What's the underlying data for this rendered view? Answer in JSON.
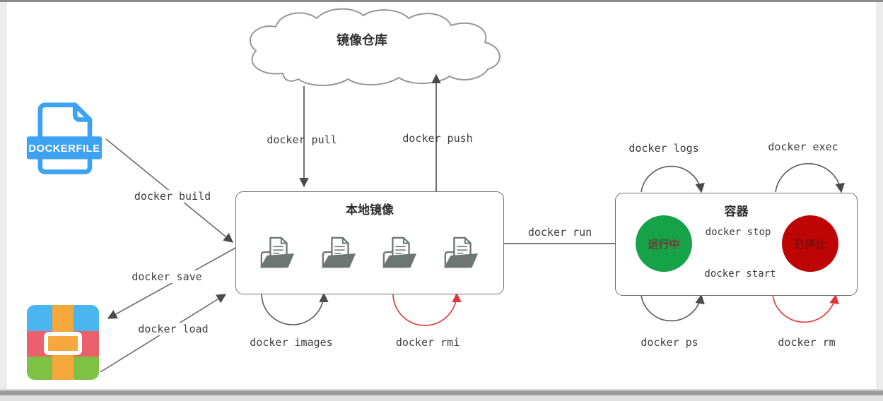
{
  "diagram": {
    "registry": {
      "label": "镜像仓库",
      "icon": "cloud-shape"
    },
    "dockerfile": {
      "label": "DOCKERFILE",
      "icon": "document-with-banner"
    },
    "archive": {
      "icon": "rar-archive-square"
    },
    "local_images": {
      "title": "本地镜像",
      "image_icon": "document-open-folder",
      "image_count": "4"
    },
    "container": {
      "title": "容器"
    },
    "states": {
      "running": {
        "label": "运行中",
        "color": "#16a348"
      },
      "stopped": {
        "label": "已停止",
        "color": "#bd0505"
      }
    },
    "commands": {
      "pull": "docker pull",
      "push": "docker push",
      "build": "docker build",
      "save": "docker save",
      "load": "docker load",
      "images": "docker images",
      "rmi": "docker rmi",
      "run": "docker run",
      "logs": "docker logs",
      "exec": "docker exec",
      "stop": "docker stop",
      "start": "docker start",
      "ps": "docker ps",
      "rm": "docker rm"
    },
    "colors": {
      "line_gray": "#4a4a4a",
      "line_red": "#e23535",
      "border_gray": "#707070",
      "cloud_stroke": "#969696",
      "dockerfile_blue": "#3ea2f2",
      "archive_blue": "#4ab5ef",
      "archive_red": "#ec5f6d",
      "archive_green": "#7dc243",
      "archive_orange": "#f6a83c",
      "running_green": "#16a348",
      "stopped_red": "#bd0505"
    }
  }
}
